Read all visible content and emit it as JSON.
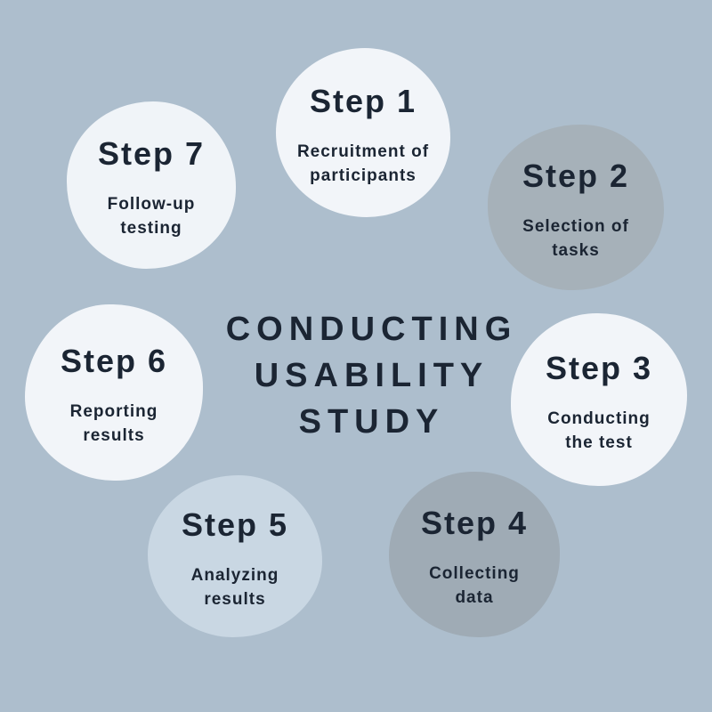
{
  "background_color": "#adbecd",
  "text_color": "#1b2533",
  "title": {
    "line1": "CONDUCTING",
    "line2": "USABILITY",
    "line3": "STUDY"
  },
  "steps": [
    {
      "label": "Step 1",
      "desc": "Recruitment of\nparticipants",
      "color": "#f2f5f9"
    },
    {
      "label": "Step 2",
      "desc": "Selection of\ntasks",
      "color": "#a6b1b9"
    },
    {
      "label": "Step 3",
      "desc": "Conducting\nthe test",
      "color": "#f2f5f9"
    },
    {
      "label": "Step 4",
      "desc": "Collecting\ndata",
      "color": "#9fabb5"
    },
    {
      "label": "Step 5",
      "desc": "Analyzing\nresults",
      "color": "#c9d7e3"
    },
    {
      "label": "Step 6",
      "desc": "Reporting\nresults",
      "color": "#f2f5f9"
    },
    {
      "label": "Step 7",
      "desc": "Follow-up\ntesting",
      "color": "#f0f4f8"
    }
  ]
}
